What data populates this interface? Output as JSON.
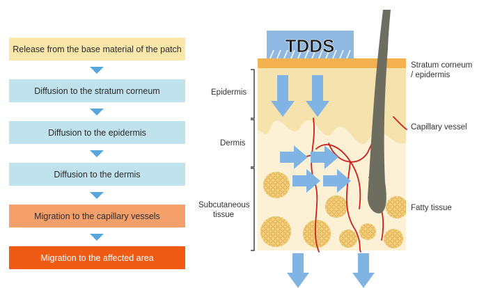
{
  "flow": {
    "steps": [
      {
        "label": "Release from the base material of the patch",
        "color": "#fbe7a9",
        "text_color": "#2b2b2b"
      },
      {
        "label": "Diffusion to the stratum corneum",
        "color": "#bfe2ec",
        "text_color": "#2b2b2b"
      },
      {
        "label": "Diffusion to the epidermis",
        "color": "#bfe2ec",
        "text_color": "#2b2b2b"
      },
      {
        "label": "Diffusion to the dermis",
        "color": "#bfe2ec",
        "text_color": "#2b2b2b"
      },
      {
        "label": "Migration to the capillary vessels",
        "color": "#f5a06a",
        "text_color": "#2b2b2b"
      },
      {
        "label": "Migration to the affected area",
        "color": "#ef5a14",
        "text_color": "#ffffff"
      }
    ],
    "arrow_color": "#58a6de"
  },
  "diagram": {
    "patch_label": "TDDS",
    "layers_left": {
      "epidermis": "Epidermis",
      "dermis": "Dermis",
      "subcutaneous": "Subcutaneous tissue"
    },
    "labels_right": {
      "stratum": "Stratum corneum / epidermis",
      "capillary": "Capillary vessel",
      "fatty": "Fatty tissue"
    },
    "colors": {
      "patch": "#8fb9e3",
      "stratum": "#f3b24f",
      "epidermis": "#f6e2ad",
      "dermis": "#fcf1d4",
      "fat": "#f3cf7c",
      "vessel": "#cc1f1f",
      "hair": "#6e6e60",
      "drug_arrow": "#7fb4e4"
    }
  }
}
